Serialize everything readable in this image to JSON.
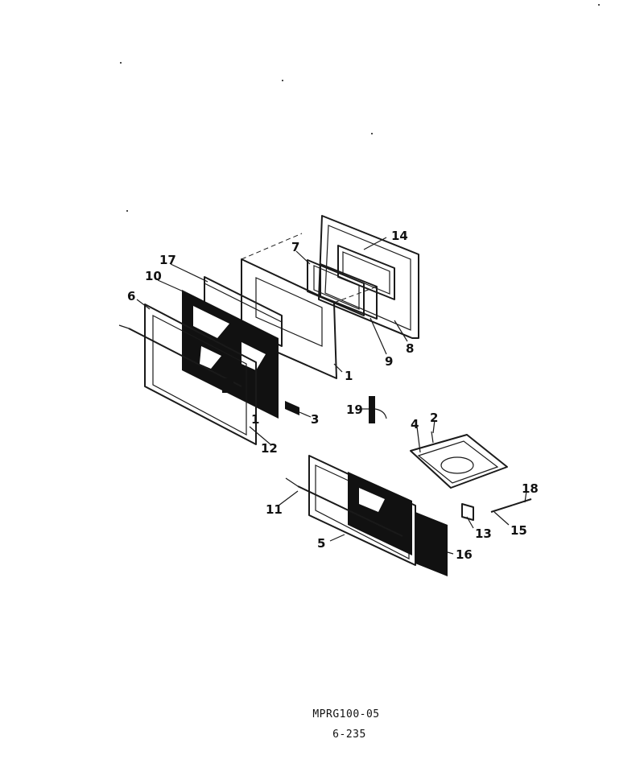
{
  "diagram": {
    "callouts": [
      "1",
      "2",
      "3",
      "4",
      "5",
      "6",
      "7",
      "8",
      "9",
      "10",
      "11",
      "12",
      "13",
      "14",
      "15",
      "16",
      "17",
      "18",
      "19"
    ]
  },
  "footer": {
    "model_code": "MPRG100-05",
    "page_number": "6-235"
  }
}
